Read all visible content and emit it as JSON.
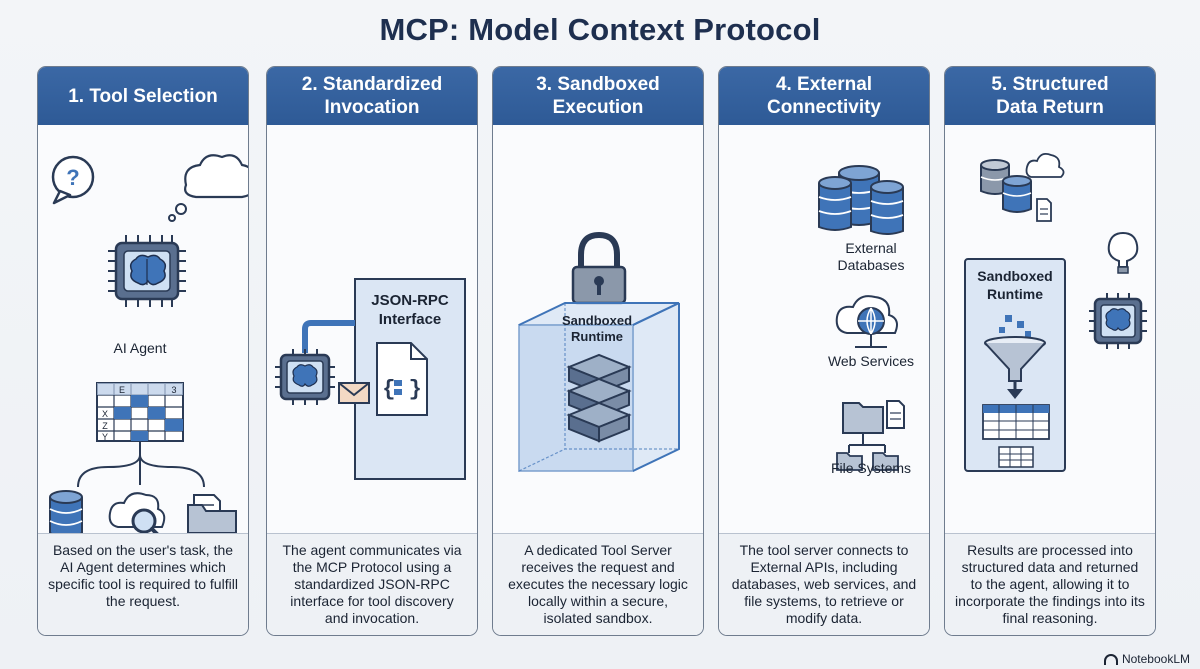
{
  "title": "MCP: Model Context Protocol",
  "steps": [
    {
      "heading": "1. Tool Selection",
      "labels": {
        "agent": "AI Agent"
      },
      "description": "Based on the user's task, the AI Agent determines which specific tool is required to fulfill the request."
    },
    {
      "heading": "2. Standardized\nInvocation",
      "labels": {
        "interface_line1": "JSON-RPC",
        "interface_line2": "Interface"
      },
      "description": "The agent communicates via the MCP Protocol using a standardized JSON-RPC interface for tool discovery and invocation."
    },
    {
      "heading": "3. Sandboxed\nExecution",
      "labels": {
        "runtime_line1": "Sandboxed",
        "runtime_line2": "Runtime"
      },
      "description": "A dedicated Tool Server receives the request and executes the necessary logic locally within a secure, isolated sandbox."
    },
    {
      "heading": "4. External\nConnectivity",
      "labels": {
        "db_line1": "External",
        "db_line2": "Databases",
        "web": "Web Services",
        "fs": "File Systems"
      },
      "description": "The tool server connects to External APIs, including databases, web services, and file systems, to retrieve or modify data."
    },
    {
      "heading": "5. Structured\nData Return",
      "labels": {
        "runtime_line1": "Sandboxed",
        "runtime_line2": "Runtime"
      },
      "description": "Results are processed into structured data and returned to the agent, allowing it to incorporate the findings into its final reasoning."
    }
  ],
  "grid_glyphs": {
    "e": "E",
    "three": "3",
    "x": "X",
    "z": "Z",
    "y": "Y"
  },
  "json_braces": "{ }",
  "question_mark": "?",
  "footer": "NotebookLM",
  "colors": {
    "header_blue": "#2e5a96",
    "accent_blue": "#3f74b8",
    "light_blue": "#dce7f5",
    "outline": "#2a3a55"
  }
}
